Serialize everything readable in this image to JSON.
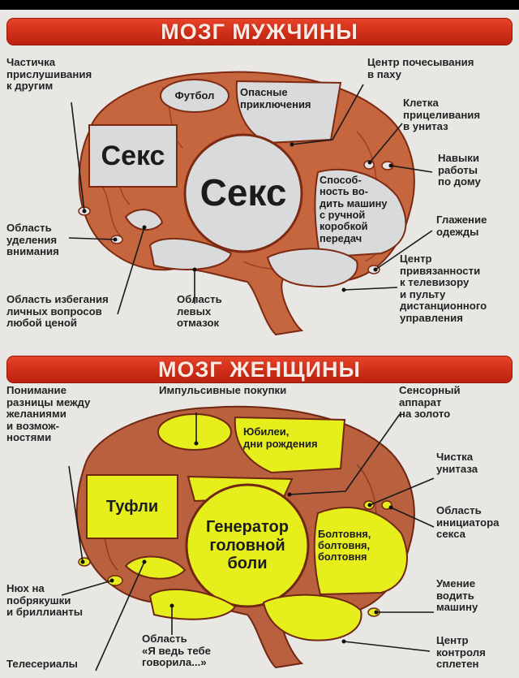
{
  "men": {
    "title": "МОЗГ МУЖЧИНЫ",
    "fill_color": "#d9dadb",
    "regions": {
      "sex_big": "Секс",
      "sex_box": "Секс",
      "football": "Футбол",
      "adventures": "Опасные\nприключения",
      "driving_manual": "Способ-\nность во-\nдить машину\nс ручной\nкоробкой\nпередач"
    },
    "labels": {
      "listening": "Частичка\nприслушивания\nк другим",
      "scratching": "Центр почесывания\nв паху",
      "aiming": "Клетка\nприцеливания\nв унитаз",
      "housework": "Навыки\nработы\nпо дому",
      "ironing": "Глажение\nодежды",
      "attention": "Область\nуделения\nвнимания",
      "tv_remote": "Центр\nпривязанности\nк телевизору\nи пульту\nдистанционного\nуправления",
      "avoid_questions": "Область избегания\nличных вопросов\nлюбой ценой",
      "excuses": "Область\nлевых\nотмазок"
    }
  },
  "women": {
    "title": "МОЗГ ЖЕНЩИНЫ",
    "fill_color": "#e6ef1c",
    "regions": {
      "headache": "Генератор\nголовной\nболи",
      "shoes": "Туфли",
      "anniversaries": "Юбилеи,\nдни рождения",
      "chatter": "Болтовня,\nболтовня,\nболтовня"
    },
    "labels": {
      "understanding": "Понимание\nразницы между\nжеланиями\nи возмож-\nностями",
      "impulse": "Импульсивные покупки",
      "gold_sensor": "Сенсорный\nаппарат\nна золото",
      "toilet_cleaning": "Чистка\nунитаза",
      "sex_initiator": "Область\nинициатора\nсекса",
      "driving": "Умение\nводить\nмашину",
      "jewelry": "Нюх на\nпобрякушки\nи бриллианты",
      "told_you": "Область\n«Я ведь тебе\nговорила...»",
      "gossip": "Центр\nконтроля\nсплетен",
      "tv_series": "Телесериалы"
    }
  },
  "colors": {
    "banner": "#d0311b",
    "brain": "#c4643f",
    "brain_vein": "#8a2e16",
    "background": "#e9e7e4"
  }
}
